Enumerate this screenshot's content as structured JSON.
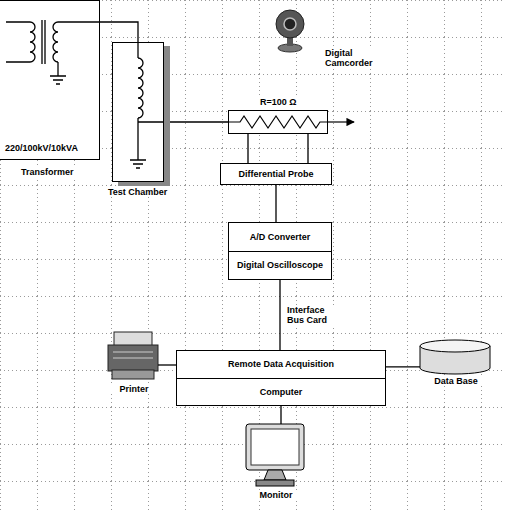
{
  "diagram": {
    "nodes": [
      {
        "text": [
          "220/100kV/10kVA",
          "Transformer"
        ]
      },
      {
        "text": [
          "Test Chamber"
        ]
      },
      {
        "text": [
          "Digital Camcorder"
        ]
      },
      {
        "text": [
          "R=100 Ω"
        ]
      },
      {
        "text": [
          "Differential Probe"
        ]
      },
      {
        "text": [
          "A/D Converter",
          "Digital Oscilloscope"
        ]
      },
      {
        "text": [
          "Printer"
        ]
      },
      {
        "text": [
          "Remote Data Acquisition",
          "Computer"
        ]
      },
      {
        "text": [
          "Data Base"
        ]
      },
      {
        "text": [
          "Monitor"
        ]
      }
    ],
    "edges": [
      {
        "from": 0,
        "to": 1,
        "arrow": "none"
      },
      {
        "from": 1,
        "to": 3,
        "arrow": "none"
      },
      {
        "from": 3,
        "to": 4,
        "arrow": "none"
      },
      {
        "from": 4,
        "to": 5,
        "arrow": "none"
      },
      {
        "from": 5,
        "to": 7,
        "label": "Interface Bus Card",
        "arrow": "none"
      },
      {
        "from": 6,
        "to": 7,
        "arrow": "none"
      },
      {
        "from": 7,
        "to": 8,
        "arrow": "none"
      },
      {
        "from": 7,
        "to": 9,
        "arrow": "none"
      }
    ]
  }
}
